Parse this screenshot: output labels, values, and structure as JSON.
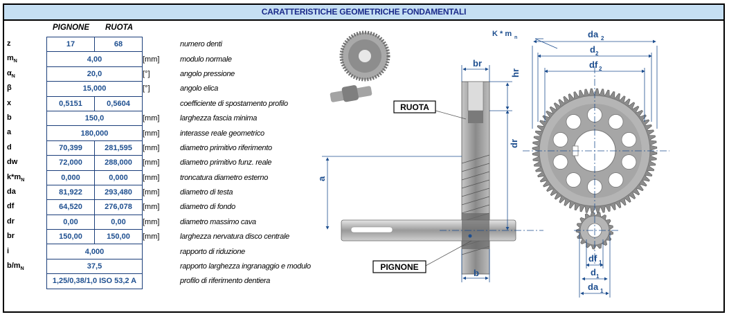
{
  "title": "CARATTERISTICHE GEOMETRICHE FONDAMENTALI",
  "columns": {
    "pignone": "PIGNONE",
    "ruota": "RUOTA"
  },
  "rows": [
    {
      "sym": "z",
      "sub": "",
      "v1": "17",
      "v2": "68",
      "unit": "",
      "desc": "numero denti"
    },
    {
      "sym": "m",
      "sub": "N",
      "merged": "4,00",
      "unit": "[mm]",
      "desc": "modulo normale"
    },
    {
      "sym": "α",
      "sub": "N",
      "merged": "20,0",
      "unit": "[°]",
      "desc": "angolo pressione"
    },
    {
      "sym": "β",
      "sub": "",
      "merged": "15,000",
      "unit": "[°]",
      "desc": "angolo elica"
    },
    {
      "sym": "x",
      "sub": "",
      "v1": "0,5151",
      "v2": "0,5604",
      "unit": "",
      "desc": "coefficiente di spostamento profilo"
    },
    {
      "sym": "b",
      "sub": "",
      "merged": "150,0",
      "unit": "[mm]",
      "desc": "larghezza fascia minima"
    },
    {
      "sym": "a",
      "sub": "",
      "merged": "180,000",
      "unit": "[mm]",
      "desc": "interasse reale geometrico"
    },
    {
      "sym": "d",
      "sub": "",
      "v1": "70,399",
      "v2": "281,595",
      "unit": "[mm]",
      "desc": "diametro primitivo riferimento"
    },
    {
      "sym": "dw",
      "sub": "",
      "v1": "72,000",
      "v2": "288,000",
      "unit": "[mm]",
      "desc": "diametro primitivo funz. reale"
    },
    {
      "sym": "k*m",
      "sub": "N",
      "v1": "0,000",
      "v2": "0,000",
      "unit": "[mm]",
      "desc": "troncatura diametro esterno"
    },
    {
      "sym": "da",
      "sub": "",
      "v1": "81,922",
      "v2": "293,480",
      "unit": "[mm]",
      "desc": "diametro di testa"
    },
    {
      "sym": "df",
      "sub": "",
      "v1": "64,520",
      "v2": "276,078",
      "unit": "[mm]",
      "desc": "diametro di fondo"
    },
    {
      "sym": "dr",
      "sub": "",
      "v1": "0,00",
      "v2": "0,00",
      "unit": "[mm]",
      "desc": "diametro massimo cava"
    },
    {
      "sym": "br",
      "sub": "",
      "v1": "150,00",
      "v2": "150,00",
      "unit": "[mm]",
      "desc": "larghezza nervatura disco centrale"
    },
    {
      "sym": "i",
      "sub": "",
      "merged": "4,000",
      "unit": "",
      "desc": "rapporto di riduzione"
    },
    {
      "sym": "b/m",
      "sub": "N",
      "merged": "37,5",
      "unit": "",
      "desc": "rapporto larghezza ingranaggio e modulo"
    },
    {
      "sym": "",
      "sub": "",
      "merged": "1,25/0,38/1,0 ISO 53,2 A",
      "unit": "",
      "desc": "profilo di riferimento dentiera"
    }
  ],
  "drawing": {
    "label_ruota": "RUOTA",
    "label_pignone": "PIGNONE",
    "dim_br": "br",
    "dim_hr": "hr",
    "dim_dr": "dr",
    "dim_a": "a",
    "dim_b": "b",
    "dim_km": "K * m",
    "dim_km_sub": "n",
    "da2": "da",
    "d2": "d",
    "df2": "df",
    "sub2": "2",
    "da1": "da",
    "d1": "d",
    "df1": "df",
    "sub1": "1"
  },
  "colors": {
    "accent": "#1d4e8f",
    "header_bg": "#c5dff3",
    "title_text": "#1a2a8a"
  }
}
